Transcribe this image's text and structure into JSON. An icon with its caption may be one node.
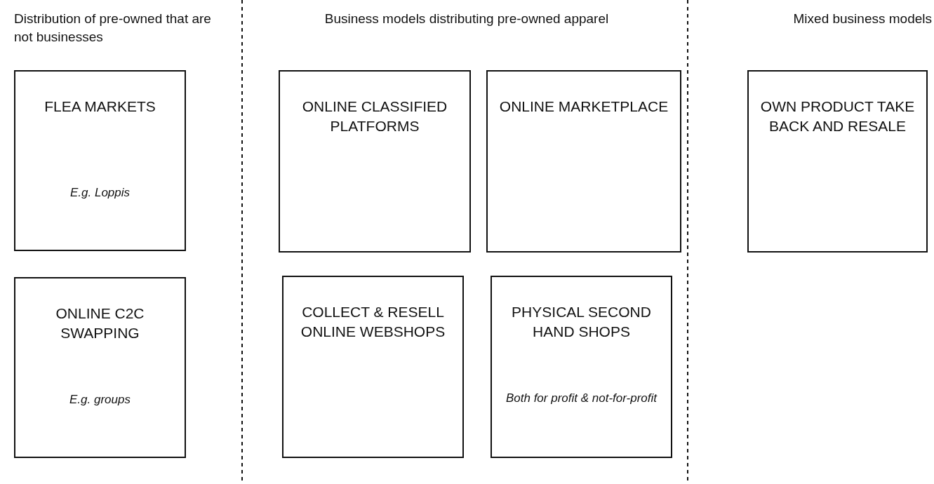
{
  "diagram": {
    "nodes": [
      {
        "text": [
          "FLEA MARKETS",
          "E.g. Loppis"
        ]
      },
      {
        "text": [
          "ONLINE C2C SWAPPING",
          "E.g. groups"
        ]
      },
      {
        "text": [
          "ONLINE CLASSIFIED PLATFORMS"
        ]
      },
      {
        "text": [
          "ONLINE MARKETPLACE"
        ]
      },
      {
        "text": [
          "COLLECT & RESELL ONLINE WEBSHOPS"
        ]
      },
      {
        "text": [
          "PHYSICAL SECOND HAND SHOPS",
          "Both for profit & not-for-profit"
        ]
      },
      {
        "text": [
          "OWN PRODUCT TAKE BACK AND RESALE"
        ]
      }
    ],
    "edges": [],
    "labels": [
      "Distribution of pre-owned that are not businesses",
      "Business models distributing pre-owned apparel",
      "Mixed business models"
    ]
  }
}
